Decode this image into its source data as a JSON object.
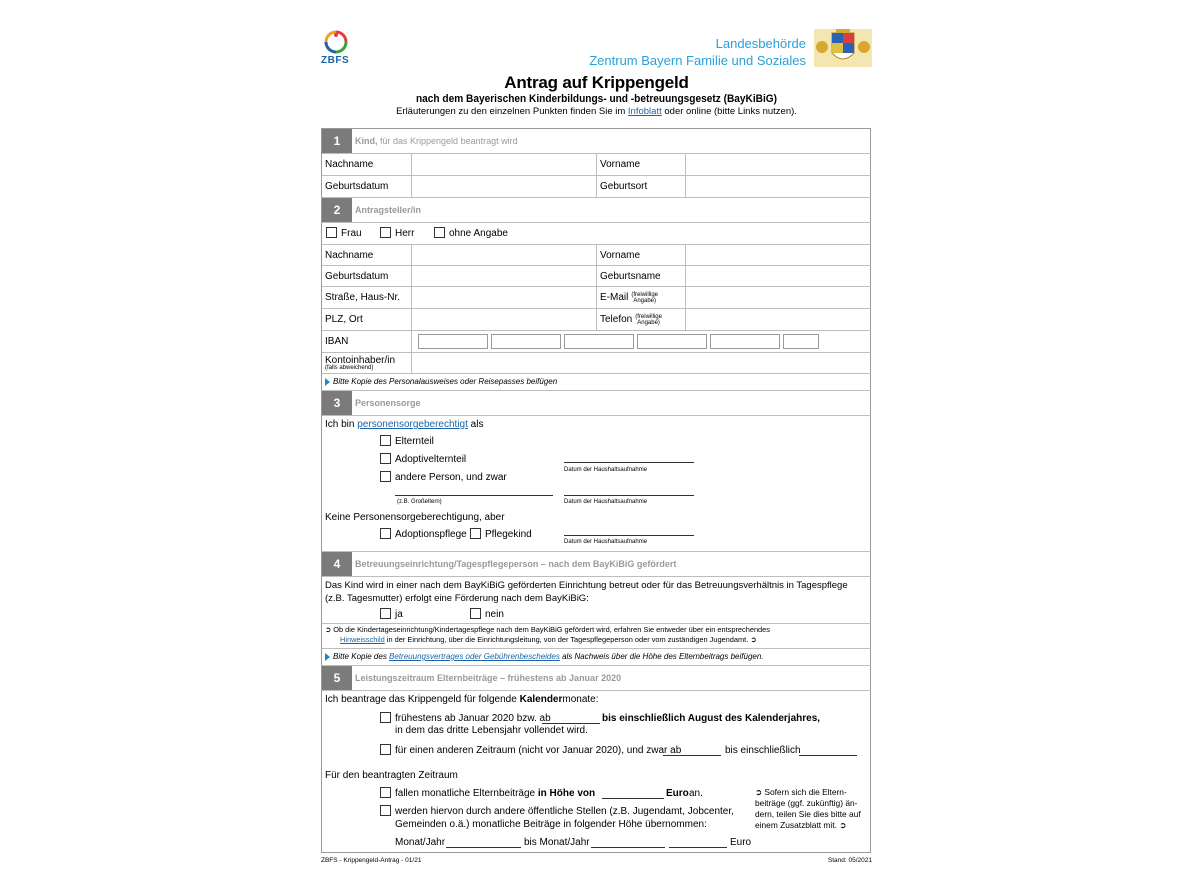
{
  "header": {
    "logo_text": "ZBFS",
    "authority_line1": "Landesbehörde",
    "authority_line2": "Zentrum Bayern Familie und Soziales",
    "title": "Antrag auf Krippengeld",
    "subtitle": "nach dem Bayerischen Kinderbildungs- und -betreuungsgesetz (BayKiBiG)",
    "hint_pre": "Erläuterungen zu den einzelnen Punkten finden Sie im",
    "hint_link": "Infoblatt",
    "hint_post": "oder online (bitte Links nutzen)."
  },
  "section1": {
    "num": "1",
    "title_bold": "Kind,",
    "title_rest": "für das Krippengeld beantragt wird",
    "nachname": "Nachname",
    "vorname": "Vorname",
    "geburtsdatum": "Geburtsdatum",
    "geburtsort": "Geburtsort"
  },
  "section2": {
    "num": "2",
    "title": "Antragsteller/in",
    "frau": "Frau",
    "herr": "Herr",
    "ohne_angabe": "ohne Angabe",
    "nachname": "Nachname",
    "vorname": "Vorname",
    "geburtsdatum": "Geburtsdatum",
    "geburtsname": "Geburtsname",
    "strasse": "Straße, Haus-Nr.",
    "email": "E-Mail",
    "freiwillig1": "(freiwillige",
    "freiwillig2": "Angabe)",
    "plz": "PLZ, Ort",
    "telefon": "Telefon",
    "iban": "IBAN",
    "kontoinhaber": "Kontoinhaber/in",
    "falls_abweichend": "(falls abweichend)",
    "note": "Bitte Kopie des Personalausweises oder Reisepasses beifügen"
  },
  "section3": {
    "num": "3",
    "title": "Personensorge",
    "ich_bin": "Ich bin",
    "link": "personensorgeberechtigt",
    "als": "als",
    "elternteil": "Elternteil",
    "adoptivelternteil": "Adoptivelternteil",
    "andere": "andere Person, und zwar",
    "datum1": "Datum der Haushaltsaufnahme",
    "grosseltern": "(z.B. Großeltern)",
    "datum2": "Datum der Haushaltsaufnahme",
    "keine": "Keine Personensorgeberechtigung, aber",
    "adoptionspflege": "Adoptionspflege",
    "pflegekind": "Pflegekind",
    "datum3": "Datum der Haushaltsaufnahme"
  },
  "section4": {
    "num": "4",
    "title": "Betreuungseinrichtung/Tagespflegeperson – nach dem BayKiBiG gefördert",
    "line1": "Das Kind wird in einer nach dem BayKiBiG geförderten Einrichtung betreut oder für das Betreuungsverhältnis in Tagespflege",
    "line2": "(z.B. Tagesmutter) erfolgt eine Förderung nach dem BayKiBiG:",
    "ja": "ja",
    "nein": "nein",
    "info1": "Ob die Kindertageseinrichtung/Kindertagespflege nach dem BayKiBiG gefördert wird, erfahren Sie entweder über ein entsprechendes",
    "info2_link": "Hinweisschild",
    "info2_rest": "in der Einrichtung, über die Einrichtungsleitung, von der Tagespflegeperson oder vom zuständigen Jugendamt.",
    "note_pre": "Bitte Kopie des",
    "note_link": "Betreuungsvertrages oder Gebührenbescheides",
    "note_post": "als Nachweis über die Höhe des Elternbeitrags beifügen."
  },
  "section5": {
    "num": "5",
    "title": "Leistungszeitraum Elternbeiträge – frühestens ab Januar 2020",
    "intro_pre": "Ich beantrage das Krippengeld für folgende",
    "intro_bold": "Kalender",
    "intro_post": "monate:",
    "opt1_pre": "frühestens ab Januar 2020 bzw. ab",
    "opt1_bold": "bis einschließlich August des Kalenderjahres,",
    "opt1_line2": "in dem das dritte Lebensjahr vollendet wird.",
    "opt2_pre": "für einen anderen Zeitraum (nicht vor Januar 2020), und zwar ab",
    "opt2_mid": "bis einschließlich",
    "zeitraum": "Für den beantragten Zeitraum",
    "fall_pre": "fallen monatliche Elternbeiträge",
    "fall_bold": "in Höhe von",
    "fall_euro": "Euro",
    "fall_an": "an.",
    "werden1": "werden hiervon durch andere öffentliche Stellen (z.B. Jugendamt, Jobcenter,",
    "werden2": "Gemeinden o.ä.) monatliche Beiträge in folgender Höhe übernommen:",
    "monat": "Monat/Jahr",
    "bis_monat": "bis Monat/Jahr",
    "euro": "Euro",
    "side1": "Sofern sich die Eltern-",
    "side2": "beiträge (ggf. zukünftig) än-",
    "side3": "dern, teilen Sie dies bitte auf",
    "side4": "einem Zusatzblatt mit."
  },
  "footer": {
    "left": "ZBFS - Krippengeld-Antrag - 01/21",
    "right": "Stand: 05/2021"
  }
}
